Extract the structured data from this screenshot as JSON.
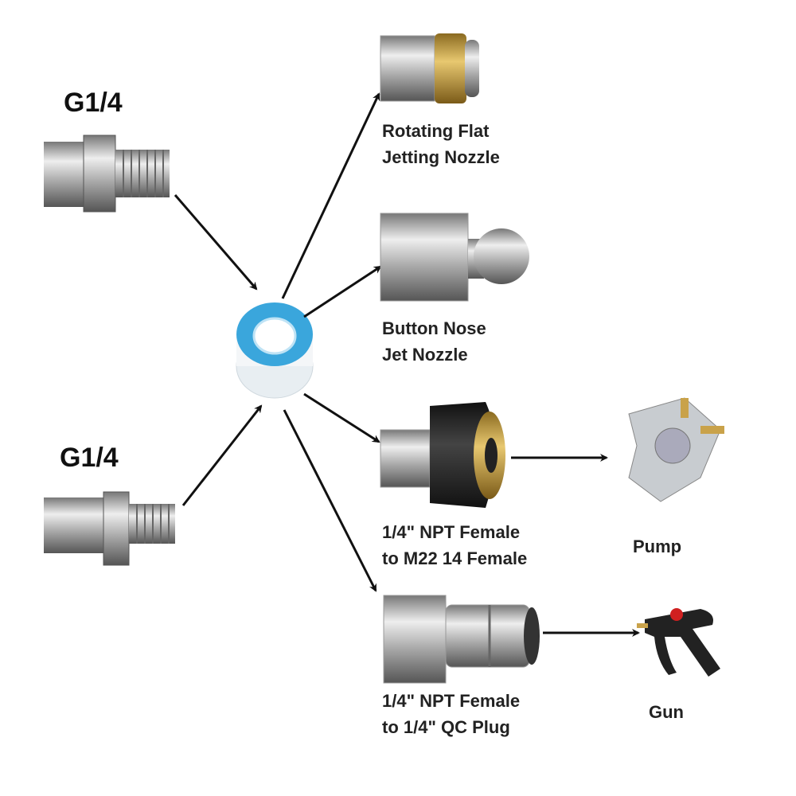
{
  "inputs": [
    {
      "thread": "G1/4"
    },
    {
      "thread": "G1/4"
    }
  ],
  "center_item": {
    "icon": "ptfe-tape-roll-icon"
  },
  "outputs": [
    {
      "line1": "Rotating Flat",
      "line2": "Jetting Nozzle"
    },
    {
      "line1": "Button Nose",
      "line2": "Jet Nozzle"
    },
    {
      "line1": "1/4\" NPT Female",
      "line2": "to M22 14 Female",
      "connects_to": "Pump"
    },
    {
      "line1": "1/4\" NPT Female",
      "line2": "to 1/4\" QC Plug",
      "connects_to": "Gun"
    }
  ],
  "colors": {
    "tape_blue": "#3aa6dc",
    "brass": "#c9a24a",
    "arrow": "#111111",
    "steel": "#b8bcc2"
  }
}
